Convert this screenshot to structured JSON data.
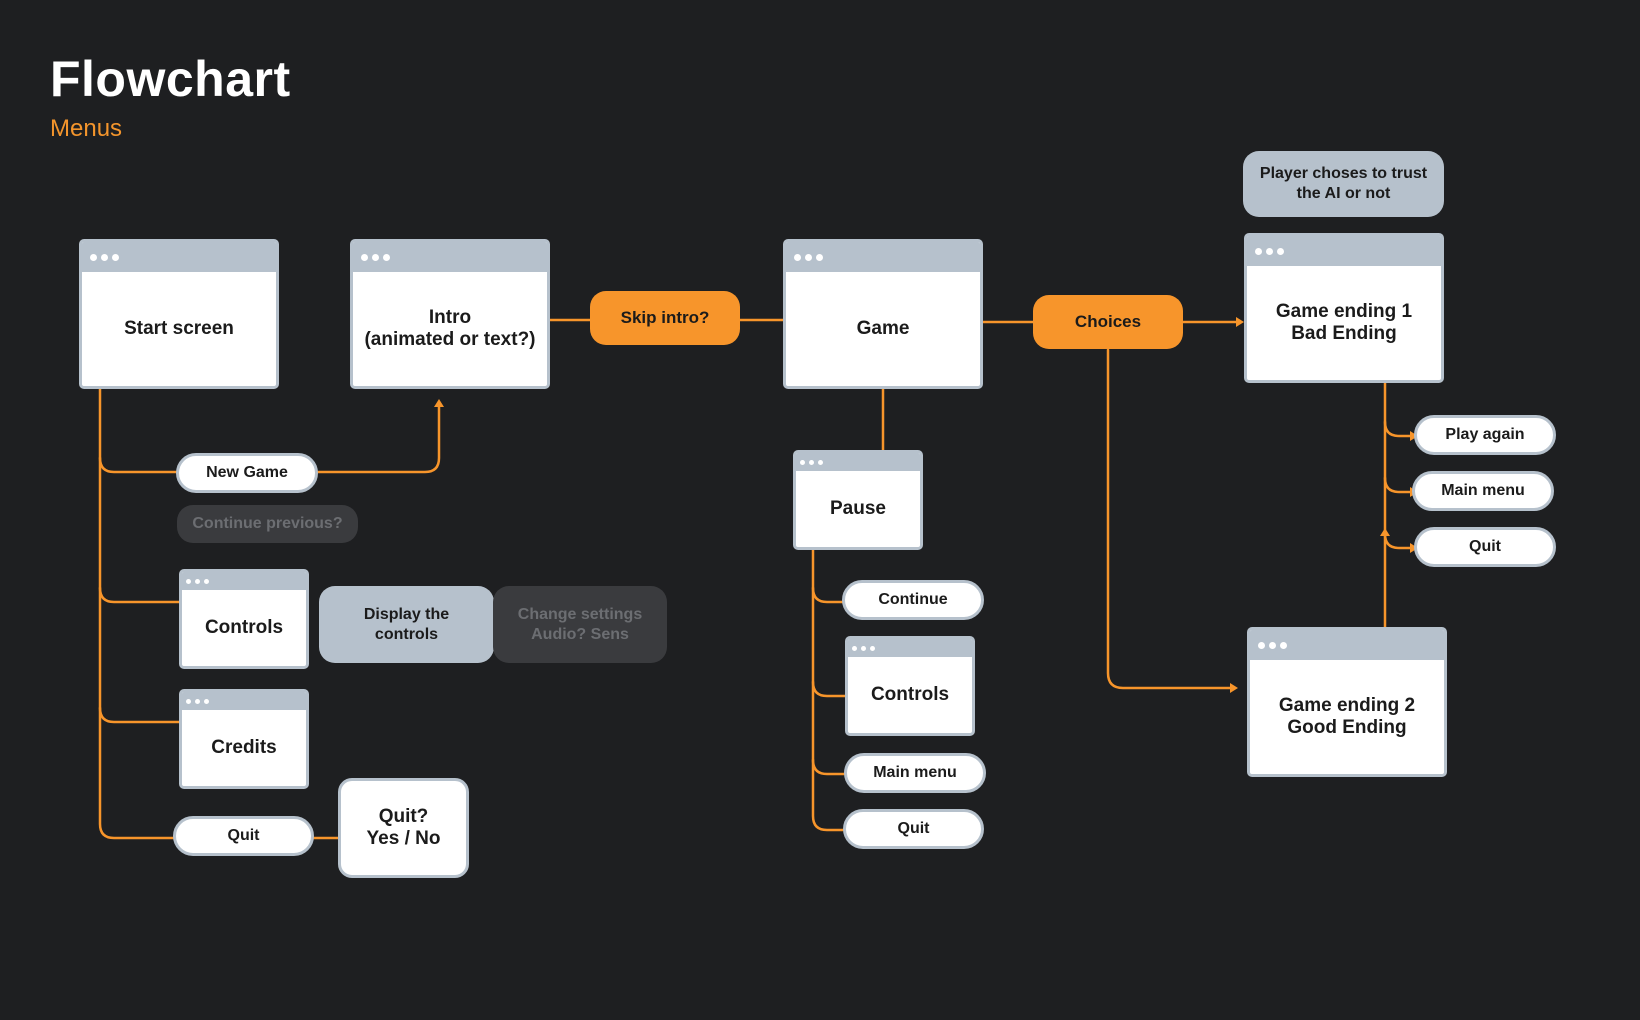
{
  "header": {
    "title": "Flowchart",
    "subtitle": "Menus"
  },
  "colors": {
    "background": "#1e1f21",
    "accent": "#f7952b",
    "window_bar": "#b6c1cc",
    "muted": "#3a3b3e"
  },
  "screens": {
    "start": "Start screen",
    "intro": "Intro\n(animated or text?)",
    "game": "Game",
    "ending1": "Game ending 1\nBad Ending",
    "ending2": "Game ending 2\nGood Ending",
    "pause": "Pause",
    "controls": "Controls",
    "credits": "Credits",
    "pause_controls": "Controls"
  },
  "start_menu": {
    "new_game": "New Game",
    "continue_previous": "Continue previous?",
    "quit": "Quit",
    "quit_confirm": "Quit?\nYes / No"
  },
  "controls_notes": {
    "display": "Display the\ncontrols",
    "settings": "Change settings\nAudio? Sens"
  },
  "decisions": {
    "skip_intro": "Skip intro?",
    "choices": "Choices"
  },
  "note_trust": "Player choses to trust\nthe AI or not",
  "pause_menu": {
    "continue": "Continue",
    "main_menu": "Main menu",
    "quit": "Quit"
  },
  "ending_menu": {
    "play_again": "Play again",
    "main_menu": "Main menu",
    "quit": "Quit"
  }
}
